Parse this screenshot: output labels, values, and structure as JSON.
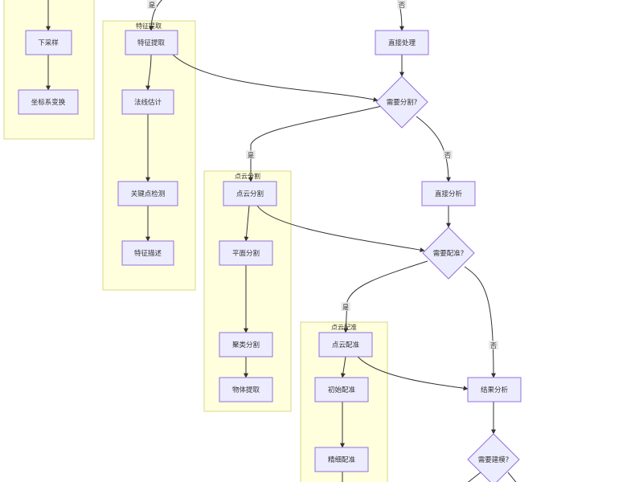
{
  "clusters": {
    "left": "",
    "feature": "特征提取",
    "segment": "点云分割",
    "registration": "点云配准"
  },
  "nodes": {
    "downsample": "下采样",
    "coord_transform": "坐标系变换",
    "feature_extract": "特征提取",
    "normal_estimate": "法线估计",
    "keypoint_detect": "关键点检测",
    "feature_describe": "特征描述",
    "direct_process": "直接处理",
    "need_segment": "需要分割?",
    "pc_segment": "点云分割",
    "plane_segment": "平面分割",
    "cluster_segment": "聚类分割",
    "object_extract": "物体提取",
    "direct_analyze": "直接分析",
    "need_register": "需要配准?",
    "pc_register": "点云配准",
    "initial_register": "初始配准",
    "fine_register": "精细配准",
    "result_analyze": "结果分析",
    "need_model": "需要建模?"
  },
  "edge_labels": {
    "top_yes": "是",
    "top_no": "否",
    "seg_yes": "是",
    "seg_no": "否",
    "reg_yes": "是",
    "reg_no": "否"
  },
  "colors": {
    "node_fill": "#ececff",
    "node_stroke": "#9370db",
    "cluster_fill": "#ffffde",
    "cluster_stroke": "#d9d98a",
    "edge": "#333333"
  }
}
